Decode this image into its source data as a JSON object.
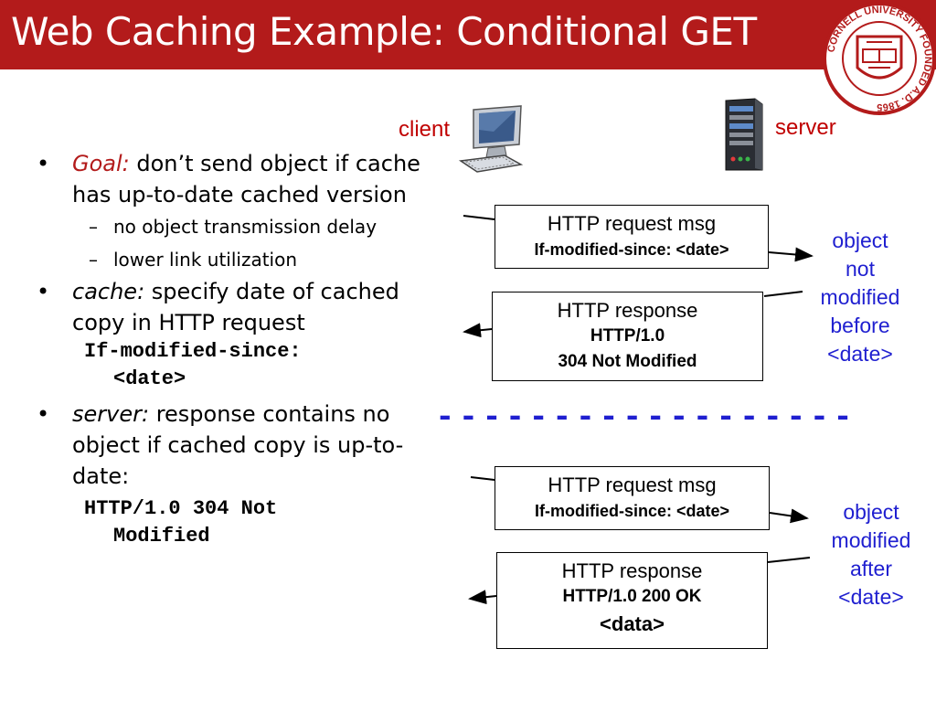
{
  "title": "Web Caching Example: Conditional GET",
  "seal": {
    "ring_text": "CORNELL UNIVERSITY FOUNDED A.D. 1865"
  },
  "bullets": {
    "goal": {
      "label": "Goal:",
      "text": " don’t send object if cache has up-to-date cached version"
    },
    "goal_subs": [
      "no object transmission delay",
      "lower link utilization"
    ],
    "cache": {
      "label": "cache:",
      "text": " specify date of cached copy in HTTP request"
    },
    "cache_code": {
      "line1": "If-modified-since:",
      "line2": "<date>"
    },
    "server": {
      "label": "server:",
      "text": " response contains no object if cached copy is up-to-date:"
    },
    "server_code": {
      "line1": "HTTP/1.0 304 Not",
      "line2": "Modified"
    }
  },
  "diagram": {
    "client_label": "client",
    "server_label": "server",
    "req1": {
      "line1": "HTTP request msg",
      "line2": "If-modified-since: <date>"
    },
    "resp1": {
      "line1": "HTTP response",
      "line2": "HTTP/1.0",
      "line3": "304 Not Modified"
    },
    "note1": [
      "object",
      "not",
      "modified",
      "before",
      "<date>"
    ],
    "separator": "------------------",
    "req2": {
      "line1": "HTTP request msg",
      "line2": "If-modified-since: <date>"
    },
    "resp2": {
      "line1": "HTTP response",
      "line2": "HTTP/1.0 200 OK",
      "line3": "<data>"
    },
    "note2": [
      "object",
      "modified",
      "after",
      "<date>"
    ]
  },
  "colors": {
    "title_bar": "#b31b1b",
    "label_red": "#c00000",
    "note_blue": "#1f1fd0"
  },
  "icons": [
    "computer-icon",
    "server-icon",
    "university-seal"
  ]
}
